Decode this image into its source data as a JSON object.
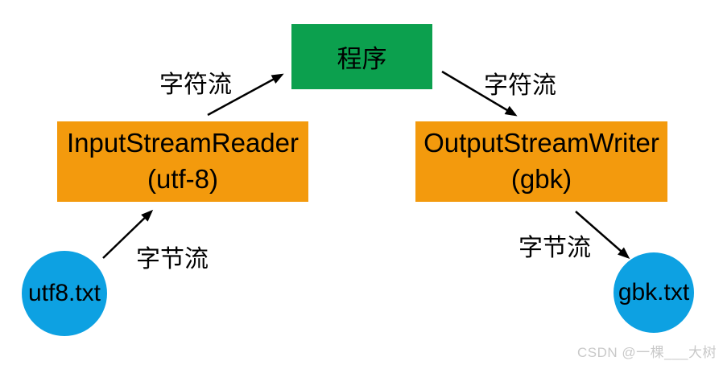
{
  "diagram": {
    "program_box": {
      "label": "程序"
    },
    "input_reader_box": {
      "line1": "InputStreamReader",
      "line2": "(utf-8)"
    },
    "output_writer_box": {
      "line1": "OutputStreamWriter",
      "line2": "(gbk)"
    },
    "utf8_file": {
      "label": "utf8.txt"
    },
    "gbk_file": {
      "label": "gbk.txt"
    },
    "labels": {
      "char_stream_left": "字符流",
      "char_stream_right": "字符流",
      "byte_stream_left": "字节流",
      "byte_stream_right": "字节流"
    },
    "colors": {
      "green": "#0ca04e",
      "orange": "#f39a0d",
      "blue": "#0da1e2",
      "arrow": "#000000",
      "watermark": "#c9c9c9"
    }
  },
  "watermark": {
    "text": "CSDN @一棵___大树"
  }
}
